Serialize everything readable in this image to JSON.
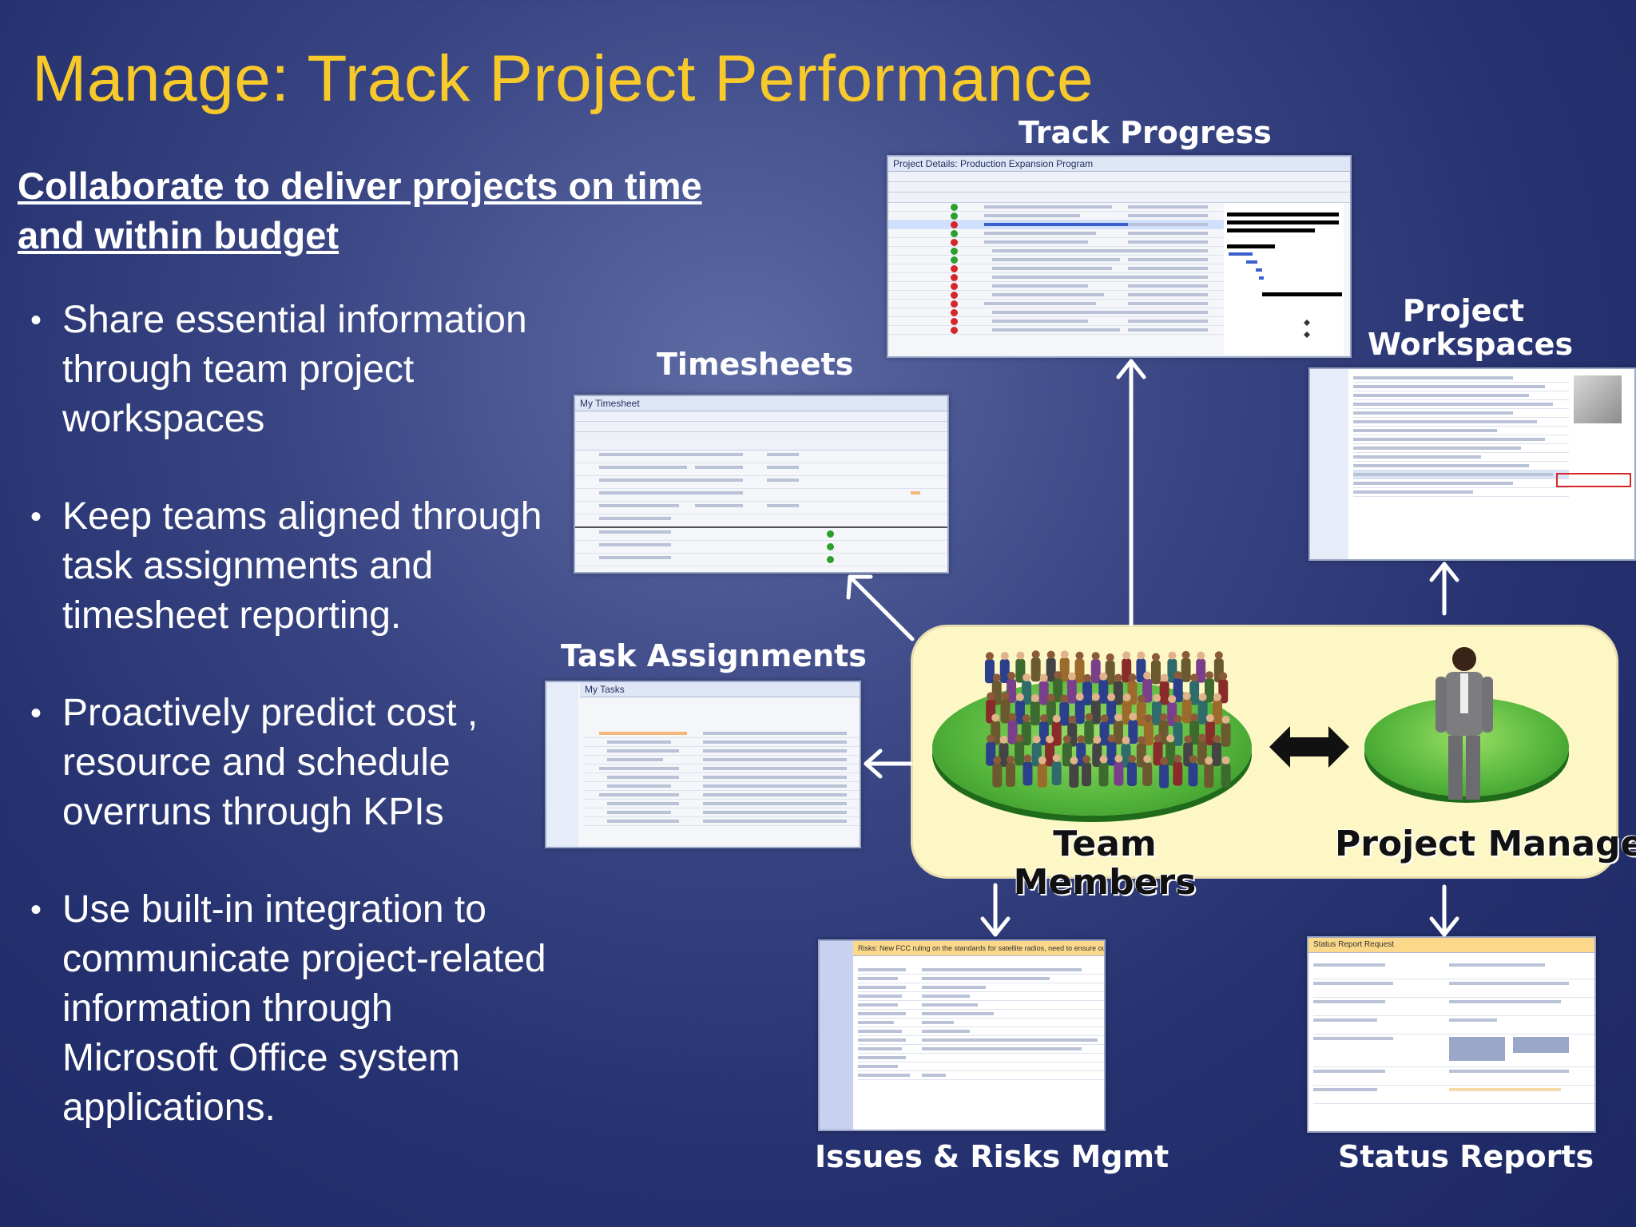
{
  "title": "Manage: Track Project Performance",
  "subtitle": "Collaborate to deliver projects on time and within budget",
  "bullets": [
    "Share essential information through team project workspaces",
    "Keep teams aligned through task assignments and timesheet reporting.",
    "Proactively predict cost , resource and schedule overruns through KPIs",
    "Use built-in integration to communicate project-related information through Microsoft Office system applications."
  ],
  "labels": {
    "track_progress": "Track Progress",
    "timesheets": "Timesheets",
    "project_workspaces": "Project Workspaces",
    "task_assignments": "Task Assignments",
    "issues_risks": "Issues & Risks Mgmt",
    "status_reports": "Status Reports",
    "team_members": "Team Members",
    "project_manager": "Project Manager"
  },
  "thumbnails": {
    "track_progress": "Project Details: Production Expansion Program",
    "timesheets": "My Timesheet",
    "task_assignments": "My Tasks",
    "issues_risks": "Risks: New FCC ruling on the standards for satellite radios, need to ensure our products meet these",
    "status_reports": "Status Report Request"
  },
  "colors": {
    "title": "#f7c92a",
    "background": "#2a3573",
    "hub": "#fdf7c6",
    "disc": "#52b33a"
  }
}
